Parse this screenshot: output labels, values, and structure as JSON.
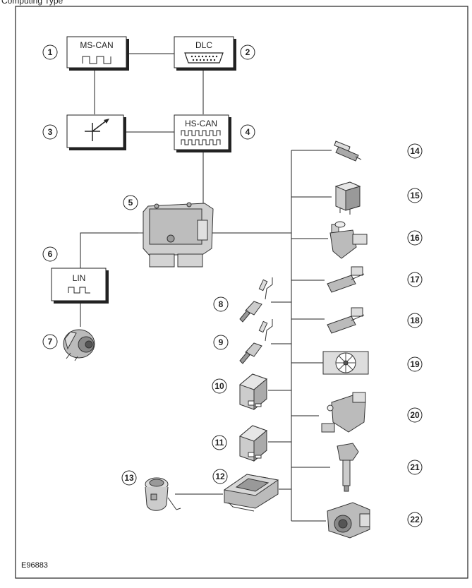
{
  "header_text": "Computing Type",
  "image_code": "E96883",
  "boxes": {
    "ms_can": "MS-CAN",
    "dlc": "DLC",
    "hs_can": "HS-CAN",
    "lin": "LIN"
  },
  "callouts": [
    "1",
    "2",
    "3",
    "4",
    "5",
    "6",
    "7",
    "8",
    "9",
    "10",
    "11",
    "12",
    "13",
    "14",
    "15",
    "16",
    "17",
    "18",
    "19",
    "20",
    "21",
    "22"
  ]
}
